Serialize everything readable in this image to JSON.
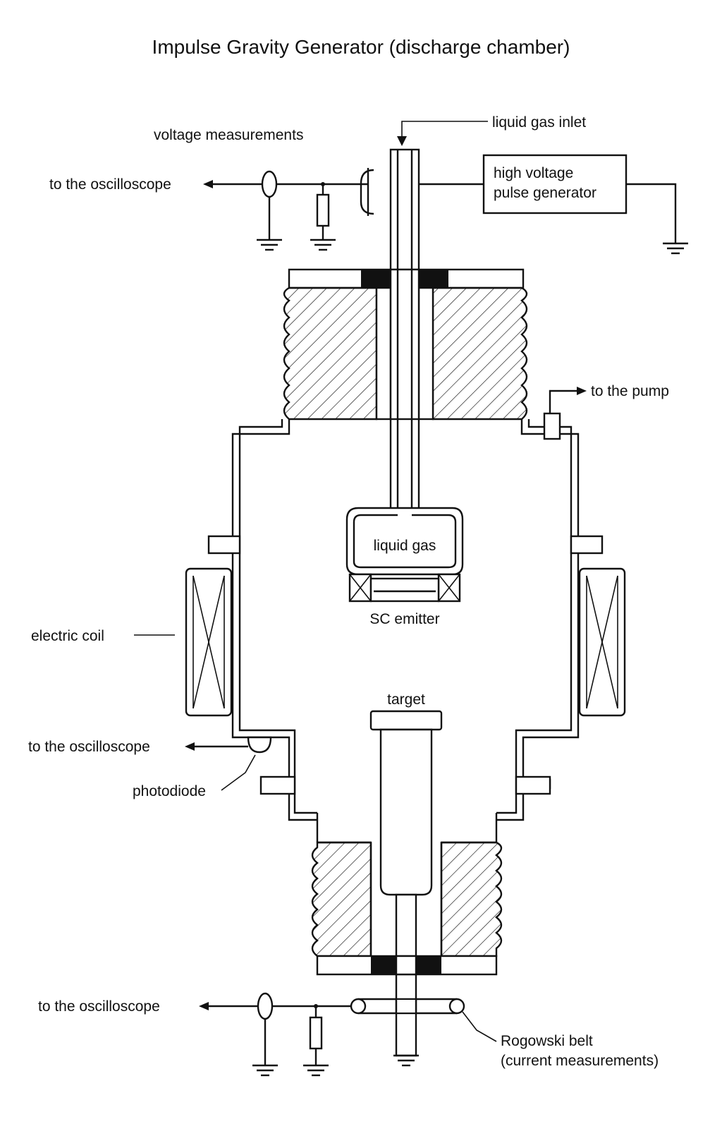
{
  "title": "Impulse Gravity Generator (discharge chamber)",
  "labels": {
    "liquid_gas_inlet": "liquid gas inlet",
    "voltage_measurements": "voltage measurements",
    "to_oscilloscope_top": "to the oscilloscope",
    "hv_line1": "high voltage",
    "hv_line2": "pulse generator",
    "to_the_pump": "to the pump",
    "liquid_gas": "liquid  gas",
    "sc_emitter": "SC emitter",
    "electric_coil": "electric coil",
    "target": "target",
    "to_oscilloscope_mid": "to the oscilloscope",
    "photodiode": "photodiode",
    "to_oscilloscope_bottom": "to the oscilloscope",
    "rogowski_line1": "Rogowski belt",
    "rogowski_line2": "(current measurements)"
  },
  "colors": {
    "ink": "#111111",
    "paper": "#ffffff",
    "insulator": "#111111"
  }
}
